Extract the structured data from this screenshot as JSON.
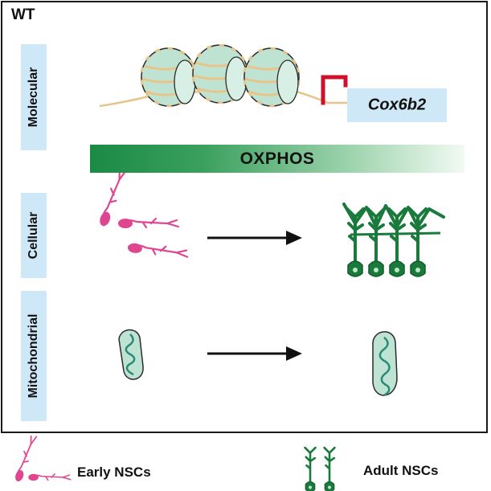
{
  "panel": {
    "genotype": "WT",
    "rows": {
      "molecular": "Molecular",
      "cellular": "Cellular",
      "mitochondrial": "Mitochondrial"
    }
  },
  "molecular": {
    "gene": "Cox6b2",
    "pathway": "OXPHOS",
    "nucleosome_count": 3
  },
  "legend": {
    "early": "Early NSCs",
    "adult": "Adult NSCs"
  },
  "colors": {
    "early_nsc": "#e0458f",
    "adult_nsc": "#1a7a3c",
    "oxphos_start": "#1a8a45",
    "oxphos_end": "#f2faf3",
    "label_box": "#cfe8f7",
    "nucleosome": "#bfe3d2",
    "promoter_arrow": "#d0102a",
    "mitochondrion": "#bfe3d2"
  },
  "icons": [
    "nucleosome-icon",
    "promoter-arrow-icon",
    "early-nsc-icon",
    "adult-nsc-icon",
    "mitochondrion-icon",
    "right-arrow-icon"
  ]
}
